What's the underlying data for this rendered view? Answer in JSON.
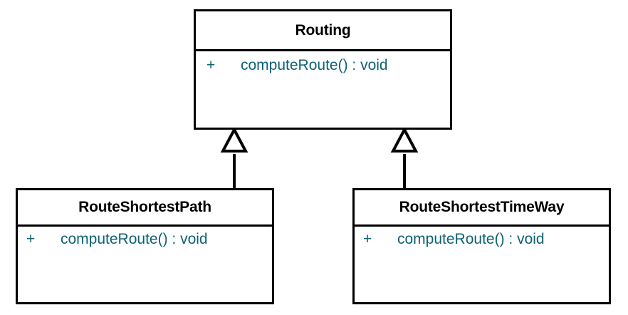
{
  "diagram": {
    "type": "uml-class-diagram",
    "background_color": "#ffffff",
    "border_color": "#000000",
    "name_text_color": "#000000",
    "member_text_color": "#0d6273",
    "classes": [
      {
        "id": "routing",
        "name": "Routing",
        "role": "superclass",
        "members": [
          {
            "visibility": "+",
            "signature": "computeRoute() : void"
          }
        ]
      },
      {
        "id": "route-shortest-path",
        "name": "RouteShortestPath",
        "role": "subclass",
        "members": [
          {
            "visibility": "+",
            "signature": "computeRoute() : void"
          }
        ]
      },
      {
        "id": "route-shortest-time-way",
        "name": "RouteShortestTimeWay",
        "role": "subclass",
        "members": [
          {
            "visibility": "+",
            "signature": "computeRoute() : void"
          }
        ]
      }
    ],
    "relationships": [
      {
        "id": "generalization-left",
        "kind": "generalization",
        "from": "RouteShortestPath",
        "to": "Routing",
        "arrowhead": "hollow-triangle"
      },
      {
        "id": "generalization-right",
        "kind": "generalization",
        "from": "RouteShortestTimeWay",
        "to": "Routing",
        "arrowhead": "hollow-triangle"
      }
    ]
  }
}
